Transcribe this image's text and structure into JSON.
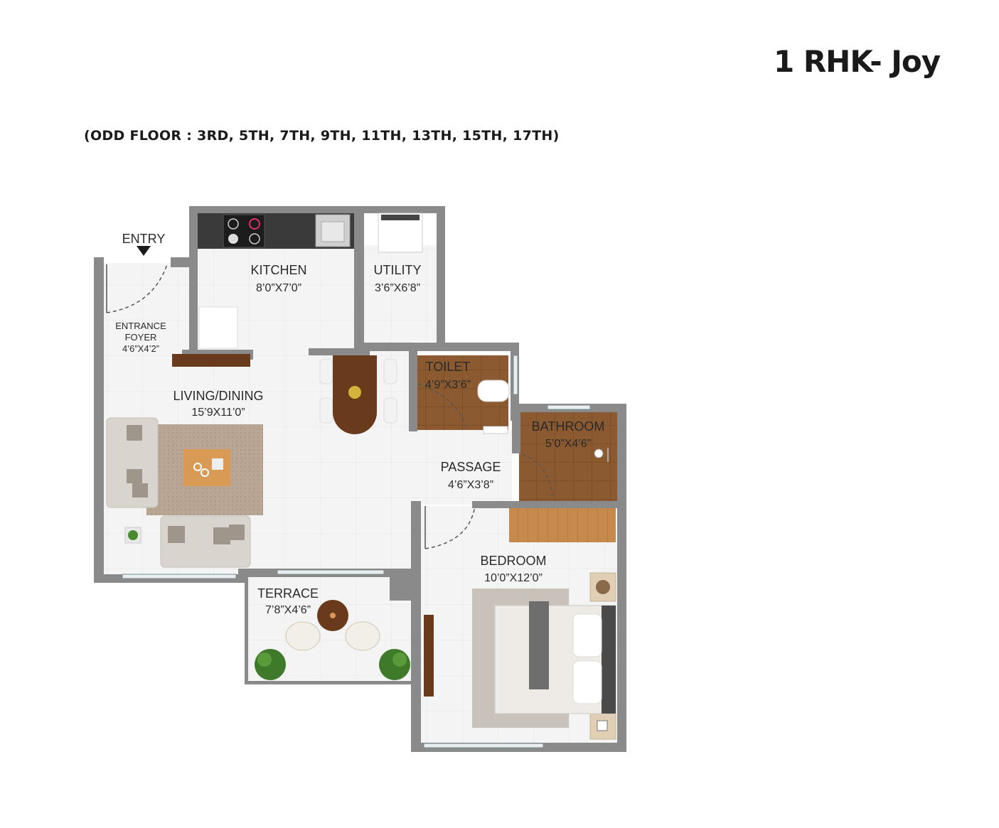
{
  "header": {
    "title": "1 RHK- Joy",
    "subtitle": "(ODD FLOOR : 3RD, 5TH, 7TH, 9TH, 11TH, 13TH, 15TH, 17TH)"
  },
  "entry_label": "ENTRY",
  "rooms": {
    "kitchen": {
      "name": "KITCHEN",
      "size": "8’0”X7’0”"
    },
    "utility": {
      "name": "UTILITY",
      "size": "3’6”X6’8”"
    },
    "entrance_foyer": {
      "name_line1": "ENTRANCE",
      "name_line2": "FOYER",
      "size": "4’6”X4’2”"
    },
    "living_dining": {
      "name": "LIVING/DINING",
      "size": "15’9X11’0”"
    },
    "toilet": {
      "name": "TOILET",
      "size": "4’9”X3’6”"
    },
    "bathroom": {
      "name": "BATHROOM",
      "size": "5’0”X4’6”"
    },
    "passage": {
      "name": "PASSAGE",
      "size": "4’6”X3’8”"
    },
    "bedroom": {
      "name": "BEDROOM",
      "size": "10’0”X12’0”"
    },
    "terrace": {
      "name": "TERRACE",
      "size": "7’8”X4’6”"
    }
  },
  "colors": {
    "wall": "#8a8a8a",
    "floor": "#f3f3f3",
    "wood_floor": "#8a5a32",
    "wood_panel": "#c98b4e",
    "counter": "#3a3a3a",
    "rug": "#b9a896",
    "table": "#d99a55",
    "plant": "#3f7a2a"
  }
}
